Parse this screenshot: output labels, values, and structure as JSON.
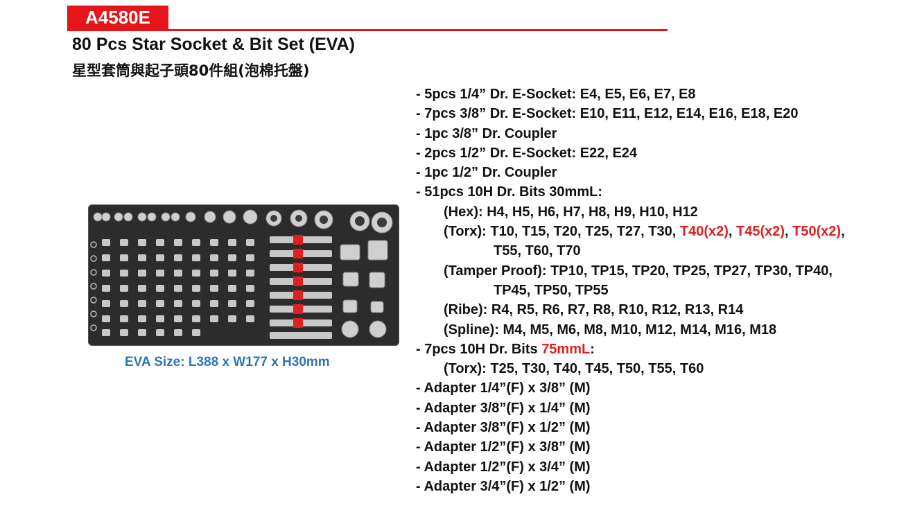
{
  "header": {
    "model": "A4580E",
    "title_en": "80 Pcs Star Socket & Bit Set (EVA)",
    "title_zh": "星型套筒與起子頭80件組(泡棉托盤)"
  },
  "product_image": {
    "eva_size": "EVA Size: L388 x W177 x H30mm"
  },
  "colors": {
    "accent": "#e4161b",
    "eva_text": "#2e75b6",
    "highlight": "#e02020"
  },
  "specs": {
    "l0": "- 5pcs 1/4” Dr. E-Socket: E4, E5, E6, E7, E8",
    "l1": "- 7pcs 3/8” Dr. E-Socket: E10, E11, E12, E14, E16, E18, E20",
    "l2": "- 1pc 3/8” Dr. Coupler",
    "l3": "- 2pcs 1/2” Dr. E-Socket: E22, E24",
    "l4": "- 1pc 1/2” Dr. Coupler",
    "l5": "- 51pcs 10H Dr. Bits 30mmL:",
    "l6": "(Hex): H4, H5, H6, H7, H8, H9, H10, H12",
    "l7a": "(Torx): T10, T15, T20, T25, T27, T30, ",
    "l7b": "T40(x2)",
    "l7c": ", ",
    "l7d": "T45(x2)",
    "l7e": ", ",
    "l7f": "T50(x2)",
    "l7g": ",",
    "l8": "T55, T60, T70",
    "l9": "(Tamper Proof): TP10, TP15, TP20, TP25, TP27, TP30, TP40,",
    "l10": "TP45, TP50, TP55",
    "l11": "(Ribe): R4, R5, R6, R7, R8, R10, R12, R13, R14",
    "l12": "(Spline): M4, M5, M6, M8, M10, M12, M14, M16, M18",
    "l13a": "- 7pcs 10H Dr. Bits ",
    "l13b": "75mmL",
    "l13c": ":",
    "l14": "(Torx): T25, T30, T40, T45, T50, T55, T60",
    "l15": "- Adapter 1/4”(F) x 3/8” (M)",
    "l16": "- Adapter 3/8”(F) x 1/4” (M)",
    "l17": "- Adapter 3/8”(F) x 1/2” (M)",
    "l18": "- Adapter 1/2”(F) x 3/8” (M)",
    "l19": "- Adapter 1/2”(F) x 3/4” (M)",
    "l20": "- Adapter 3/4”(F) x 1/2” (M)"
  }
}
